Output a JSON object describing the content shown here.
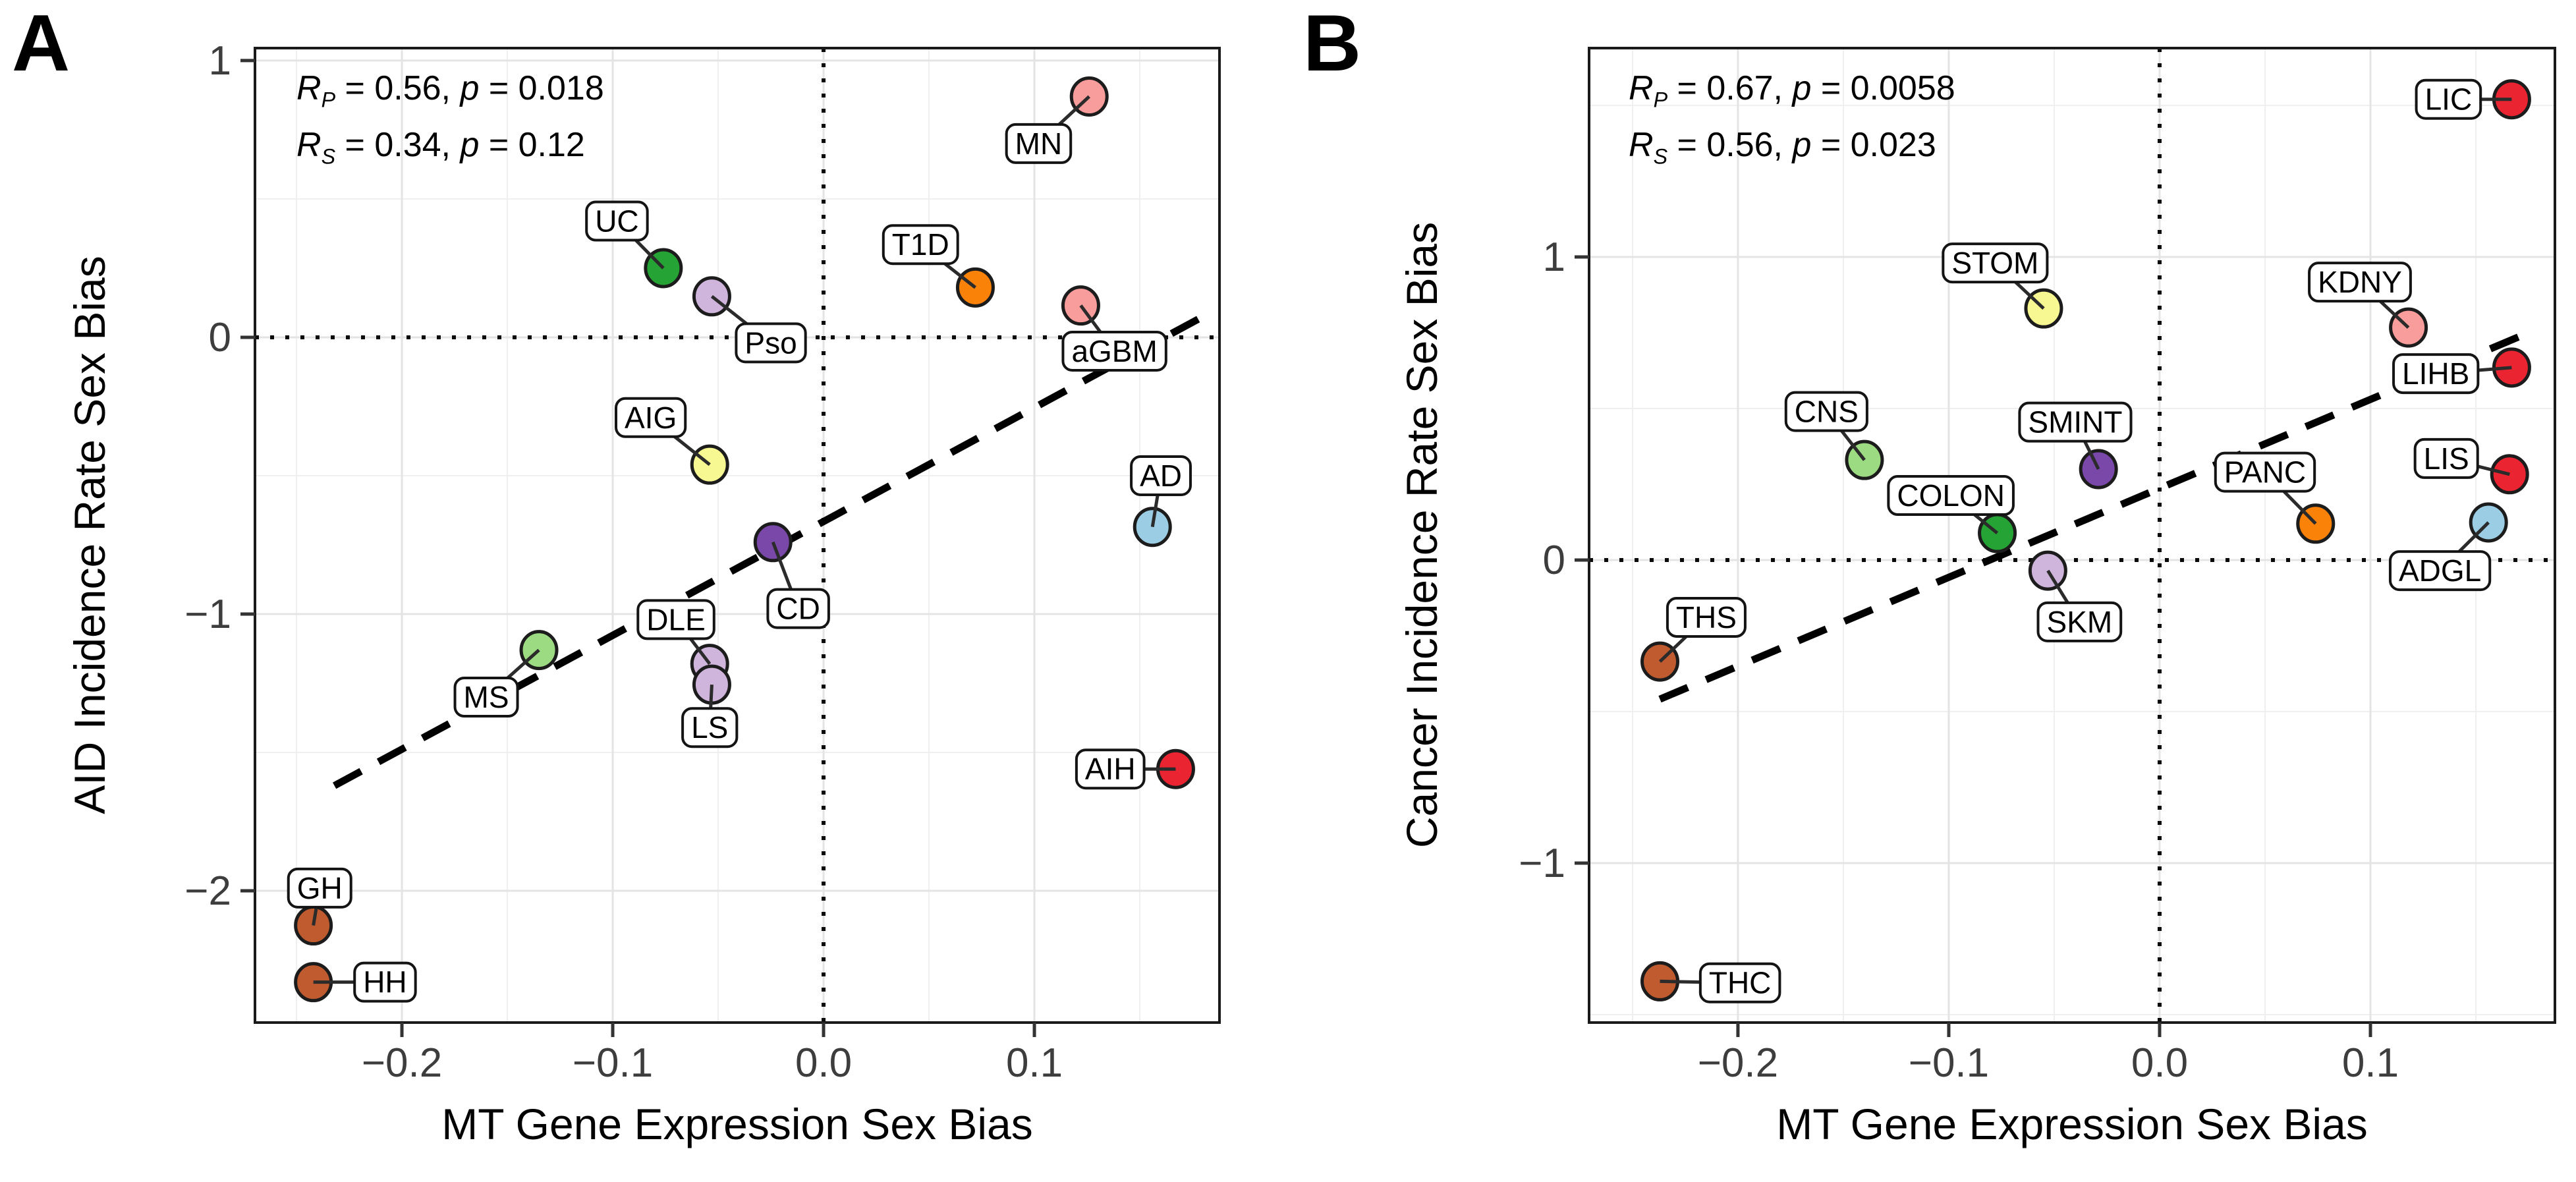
{
  "chart_data": [
    {
      "type": "scatter",
      "panel_letter": "A",
      "xlabel": "MT Gene Expression Sex Bias",
      "ylabel": "AID Incidence Rate Sex Bias",
      "xlim": [
        -0.2697,
        0.1878
      ],
      "ylim": [
        -2.476,
        1.045
      ],
      "grid": true,
      "legend": "none",
      "x_ticks": [
        {
          "v": -0.2,
          "label": "−0.2"
        },
        {
          "v": -0.1,
          "label": "−0.1"
        },
        {
          "v": 0.0,
          "label": "0.0"
        },
        {
          "v": 0.1,
          "label": "0.1"
        }
      ],
      "y_ticks": [
        {
          "v": 1,
          "label": "1"
        },
        {
          "v": 0,
          "label": "0"
        },
        {
          "v": -1,
          "label": "−1"
        },
        {
          "v": -2,
          "label": "−2"
        }
      ],
      "x_minor": [
        -0.25,
        -0.15,
        -0.05,
        0.05,
        0.15
      ],
      "y_minor": [
        0.5,
        -0.5,
        -1.5
      ],
      "zero_lines": {
        "horizontal": 0,
        "vertical": 0
      },
      "trend": {
        "x1": -0.232,
        "y1": -1.62,
        "x2": 0.18,
        "y2": 0.075,
        "style": "dashed"
      },
      "stats": [
        {
          "segments": [
            {
              "s": "i",
              "t": "R"
            },
            {
              "s": "sub",
              "t": "P"
            },
            {
              "s": "n",
              "t": " = 0.56, "
            },
            {
              "s": "i",
              "t": "p"
            },
            {
              "s": "n",
              "t": " = 0.018"
            }
          ]
        },
        {
          "segments": [
            {
              "s": "i",
              "t": "R"
            },
            {
              "s": "sub",
              "t": "S"
            },
            {
              "s": "n",
              "t": " = 0.34, "
            },
            {
              "s": "i",
              "t": "p"
            },
            {
              "s": "n",
              "t": " = 0.12"
            }
          ]
        }
      ],
      "points": [
        {
          "label": "MN",
          "x": 0.126,
          "y": 0.87,
          "lx": 0.102,
          "ly": 0.7,
          "color": "#F99C9C"
        },
        {
          "label": "UC",
          "x": -0.076,
          "y": 0.25,
          "lx": -0.098,
          "ly": 0.42,
          "color": "#26A335"
        },
        {
          "label": "Pso",
          "x": -0.053,
          "y": 0.148,
          "lx": -0.025,
          "ly": -0.02,
          "color": "#CFB5DC"
        },
        {
          "label": "T1D",
          "x": 0.072,
          "y": 0.18,
          "lx": 0.046,
          "ly": 0.335,
          "color": "#FB8209"
        },
        {
          "label": "aGBM",
          "x": 0.122,
          "y": 0.115,
          "lx": 0.138,
          "ly": -0.05,
          "color": "#F99C9C"
        },
        {
          "label": "AIG",
          "x": -0.054,
          "y": -0.46,
          "lx": -0.082,
          "ly": -0.29,
          "color": "#F8F893"
        },
        {
          "label": "CD",
          "x": -0.024,
          "y": -0.74,
          "lx": -0.012,
          "ly": -0.98,
          "color": "#7A48A8"
        },
        {
          "label": "AD",
          "x": 0.156,
          "y": -0.685,
          "lx": 0.16,
          "ly": -0.5,
          "color": "#9BCEE4"
        },
        {
          "label": "MS",
          "x": -0.135,
          "y": -1.13,
          "lx": -0.16,
          "ly": -1.3,
          "color": "#9CDB82"
        },
        {
          "label": "DLE",
          "x": -0.054,
          "y": -1.18,
          "lx": -0.07,
          "ly": -1.02,
          "color": "#CFB5DC"
        },
        {
          "label": "LS",
          "x": -0.053,
          "y": -1.255,
          "lx": -0.054,
          "ly": -1.41,
          "color": "#CFB5DC"
        },
        {
          "label": "AIH",
          "x": 0.167,
          "y": -1.56,
          "lx": 0.136,
          "ly": -1.56,
          "color": "#EA2430"
        },
        {
          "label": "GH",
          "x": -0.242,
          "y": -2.125,
          "lx": -0.239,
          "ly": -1.99,
          "color": "#BF5B2E"
        },
        {
          "label": "HH",
          "x": -0.242,
          "y": -2.33,
          "lx": -0.208,
          "ly": -2.33,
          "color": "#BF5B2E"
        }
      ]
    },
    {
      "type": "scatter",
      "panel_letter": "B",
      "xlabel": "MT Gene Expression Sex Bias",
      "ylabel": "Cancer Incidence Rate Sex Bias",
      "xlim": [
        -0.2706,
        0.1875
      ],
      "ylim": [
        -1.526,
        1.689
      ],
      "grid": true,
      "legend": "none",
      "x_ticks": [
        {
          "v": -0.2,
          "label": "−0.2"
        },
        {
          "v": -0.1,
          "label": "−0.1"
        },
        {
          "v": 0.0,
          "label": "0.0"
        },
        {
          "v": 0.1,
          "label": "0.1"
        }
      ],
      "y_ticks": [
        {
          "v": 1,
          "label": "1"
        },
        {
          "v": 0,
          "label": "0"
        },
        {
          "v": -1,
          "label": "−1"
        }
      ],
      "x_minor": [
        -0.25,
        -0.15,
        -0.05,
        0.05,
        0.15
      ],
      "y_minor": [
        1.5,
        0.5,
        -0.5,
        -1.5
      ],
      "zero_lines": {
        "horizontal": 0,
        "vertical": 0
      },
      "trend": {
        "x1": -0.237,
        "y1": -0.459,
        "x2": 0.175,
        "y2": 0.75,
        "style": "dashed"
      },
      "stats": [
        {
          "segments": [
            {
              "s": "i",
              "t": "R"
            },
            {
              "s": "sub",
              "t": "P"
            },
            {
              "s": "n",
              "t": " = 0.67, "
            },
            {
              "s": "i",
              "t": "p"
            },
            {
              "s": "n",
              "t": " = 0.0058"
            }
          ]
        },
        {
          "segments": [
            {
              "s": "i",
              "t": "R"
            },
            {
              "s": "sub",
              "t": "S"
            },
            {
              "s": "n",
              "t": " = 0.56, "
            },
            {
              "s": "i",
              "t": "p"
            },
            {
              "s": "n",
              "t": " = 0.023"
            }
          ]
        }
      ],
      "points": [
        {
          "label": "LIC",
          "x": 0.167,
          "y": 1.52,
          "lx": 0.137,
          "ly": 1.52,
          "color": "#EA2430"
        },
        {
          "label": "STOM",
          "x": -0.055,
          "y": 0.83,
          "lx": -0.078,
          "ly": 0.98,
          "color": "#F8F893"
        },
        {
          "label": "KDNY",
          "x": 0.118,
          "y": 0.767,
          "lx": 0.095,
          "ly": 0.917,
          "color": "#F99C9C"
        },
        {
          "label": "LIHB",
          "x": 0.167,
          "y": 0.635,
          "lx": 0.131,
          "ly": 0.615,
          "color": "#EA2430"
        },
        {
          "label": "CNS",
          "x": -0.14,
          "y": 0.33,
          "lx": -0.158,
          "ly": 0.49,
          "color": "#9CDB82"
        },
        {
          "label": "SMINT",
          "x": -0.029,
          "y": 0.3,
          "lx": -0.04,
          "ly": 0.455,
          "color": "#7A48A8"
        },
        {
          "label": "LIS",
          "x": 0.166,
          "y": 0.283,
          "lx": 0.136,
          "ly": 0.335,
          "color": "#EA2430"
        },
        {
          "label": "PANC",
          "x": 0.074,
          "y": 0.12,
          "lx": 0.05,
          "ly": 0.29,
          "color": "#FB8209"
        },
        {
          "label": "ADGL",
          "x": 0.156,
          "y": 0.124,
          "lx": 0.133,
          "ly": -0.035,
          "color": "#9BCEE4"
        },
        {
          "label": "COLON",
          "x": -0.077,
          "y": 0.089,
          "lx": -0.099,
          "ly": 0.213,
          "color": "#26A335"
        },
        {
          "label": "SKM",
          "x": -0.053,
          "y": -0.035,
          "lx": -0.038,
          "ly": -0.204,
          "color": "#CFB5DC"
        },
        {
          "label": "THS",
          "x": -0.237,
          "y": -0.335,
          "lx": -0.215,
          "ly": -0.189,
          "color": "#BF5B2E"
        },
        {
          "label": "THC",
          "x": -0.237,
          "y": -1.39,
          "lx": -0.199,
          "ly": -1.395,
          "color": "#BF5B2E"
        }
      ]
    }
  ],
  "style": {
    "background": "#FFFFFF",
    "plot_border": "#1A1A1A",
    "grid_major": "#E4E4E4",
    "grid_minor": "#EFEFEF",
    "point_stroke": "#1C1C1C",
    "connector": "#2B2B2B",
    "trend_color": "#000000",
    "zero_line_color": "#0A0A0A",
    "label_box_fill": "#FFFFFF",
    "label_box_stroke": "#141414",
    "tick_color": "#333333",
    "tick_label_color": "#3D3D3D",
    "text_color": "#000000"
  }
}
